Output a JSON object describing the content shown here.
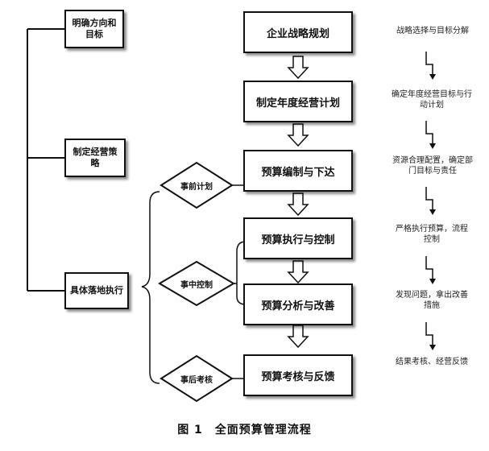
{
  "left_boxes": [
    {
      "text": "明确方向和目标"
    },
    {
      "text": "制定经营策略"
    },
    {
      "text": "具体落地执行"
    }
  ],
  "main_boxes": [
    {
      "text": "企业战略规划"
    },
    {
      "text": "制定年度经营计划"
    },
    {
      "text": "预算编制与下达"
    },
    {
      "text": "预算执行与控制"
    },
    {
      "text": "预算分析与改善"
    },
    {
      "text": "预算考核与反馈"
    }
  ],
  "diamonds": [
    {
      "text": "事前计划"
    },
    {
      "text": "事中控制"
    },
    {
      "text": "事后考核"
    }
  ],
  "notes": [
    {
      "text": "战略选择与目标分解"
    },
    {
      "text": "确定年度经营目标与行动计划"
    },
    {
      "text": "资源合理配置，确定部门目标与责任"
    },
    {
      "text": "严格执行预算，流程控制"
    },
    {
      "text": "发现问题，拿出改善措施"
    },
    {
      "text": "结果考核、经营反馈"
    }
  ],
  "caption": "图 1　全面预算管理流程"
}
